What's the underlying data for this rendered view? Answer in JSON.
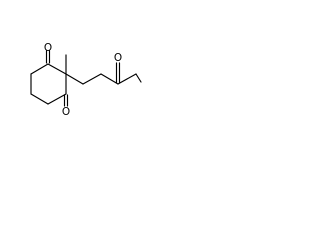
{
  "molecule": {
    "atoms": [
      {
        "element": "O",
        "label": "O"
      },
      {
        "element": "O",
        "label": "O"
      },
      {
        "element": "O",
        "label": "O"
      }
    ]
  }
}
